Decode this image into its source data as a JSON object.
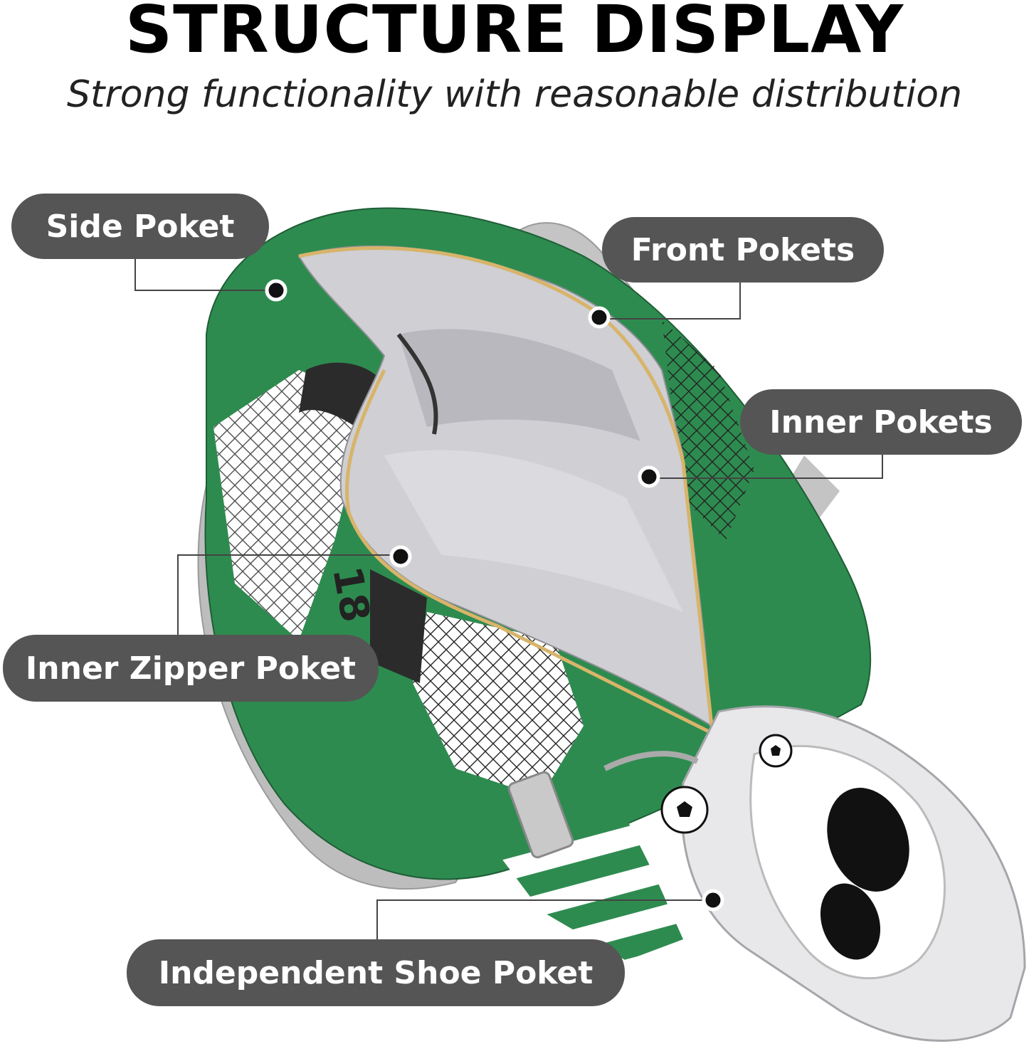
{
  "header": {
    "title": "STRUCTURE DISPLAY",
    "subtitle": "Strong functionality with reasonable distribution"
  },
  "callouts": {
    "side_pocket": "Side Poket",
    "front_pockets": "Front Pokets",
    "inner_pockets": "Inner Pokets",
    "inner_zipper_pocket": "Inner Zipper Poket",
    "shoe_pocket": "Independent Shoe Poket"
  },
  "colors": {
    "callout_bg": "#555555",
    "bag_green": "#2e8b4f",
    "lining_gray": "#cfcfd4",
    "strap_gray": "#b9b9b9"
  },
  "illustration": {
    "subject": "soccer-bag-icon",
    "print_number": "18"
  }
}
